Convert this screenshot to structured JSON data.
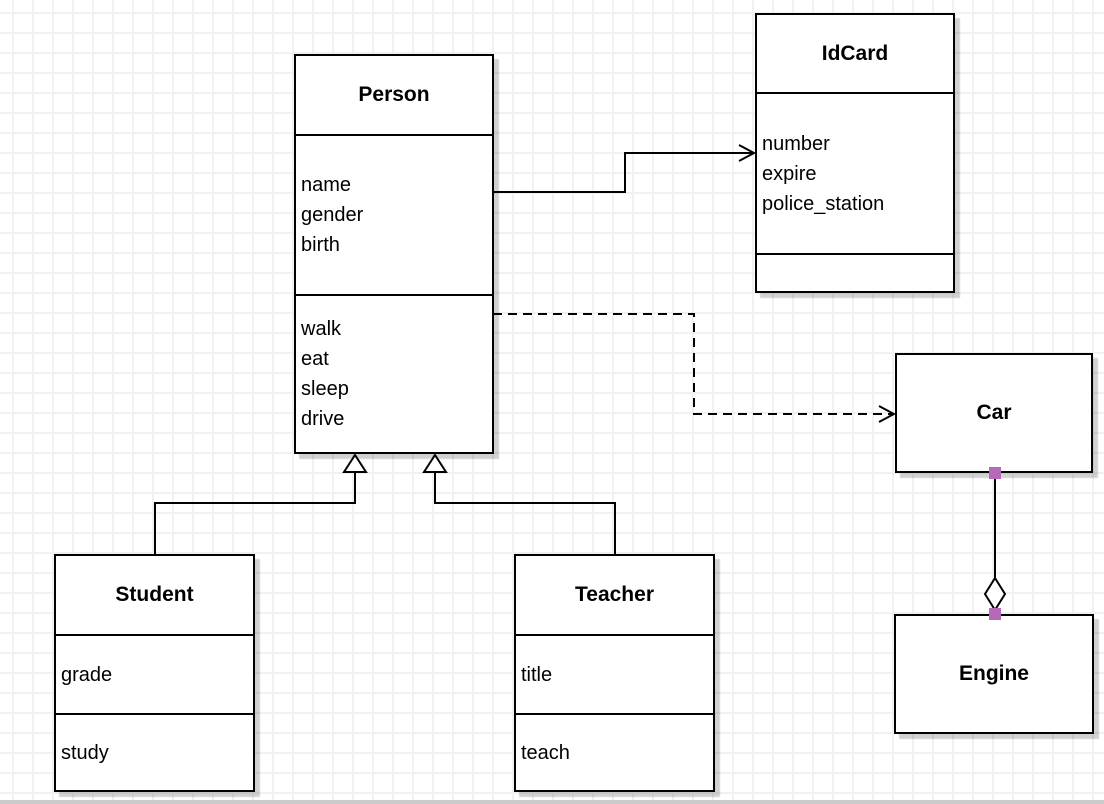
{
  "diagram": {
    "classes": {
      "person": {
        "title": "Person",
        "attributes": [
          "name",
          "gender",
          "birth"
        ],
        "methods": [
          "walk",
          "eat",
          "sleep",
          "drive"
        ]
      },
      "idcard": {
        "title": "IdCard",
        "attributes": [
          "number",
          "expire",
          "police_station"
        ],
        "methods": []
      },
      "car": {
        "title": "Car",
        "attributes": [],
        "methods": []
      },
      "engine": {
        "title": "Engine",
        "attributes": [],
        "methods": []
      },
      "student": {
        "title": "Student",
        "attributes": [
          "grade"
        ],
        "methods": [
          "study"
        ]
      },
      "teacher": {
        "title": "Teacher",
        "attributes": [
          "title"
        ],
        "methods": [
          "teach"
        ]
      }
    },
    "relationships": [
      {
        "from": "Person",
        "to": "IdCard",
        "type": "association",
        "line": "solid",
        "arrow": "open"
      },
      {
        "from": "Person",
        "to": "Car",
        "type": "dependency",
        "line": "dashed",
        "arrow": "open"
      },
      {
        "from": "Student",
        "to": "Person",
        "type": "generalization",
        "line": "solid",
        "arrow": "hollow-triangle"
      },
      {
        "from": "Teacher",
        "to": "Person",
        "type": "generalization",
        "line": "solid",
        "arrow": "hollow-triangle"
      },
      {
        "from": "Car",
        "to": "Engine",
        "type": "aggregation",
        "line": "solid",
        "arrow": "hollow-diamond"
      }
    ],
    "colors": {
      "line": "#000000",
      "box_fill": "#ffffff",
      "connection_point": "#b669b6",
      "grid_line": "#f1f1f4",
      "shadow": "#cccccc"
    }
  }
}
